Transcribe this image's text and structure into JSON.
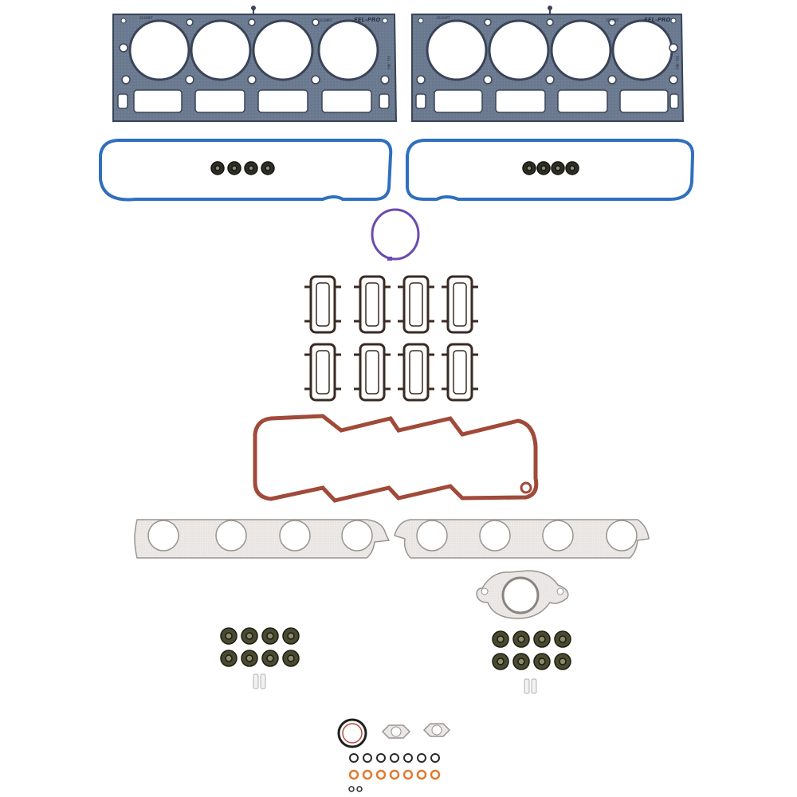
{
  "image": {
    "subject": "Engine cylinder head gasket set components on a white background",
    "background_color": "#ffffff"
  },
  "colors": {
    "head_gasket_fill": "#6b7a90",
    "head_gasket_edge": "#3a4458",
    "valve_cover_gasket": "#2f6fc0",
    "o_ring_purple": "#6a4bb0",
    "intake_gasket": "#3a2a22",
    "valley_cover_gasket": "#a04a3a",
    "exhaust_gasket": "#e9e6e4",
    "valve_stem_seal": "#4a4a30",
    "orange_o_ring": "#e07a30"
  },
  "labels": {
    "brand_mark": "FEL-PRO",
    "left_head_code": "26190PT",
    "right_head_code": "26191PT",
    "side_marking": "FEL-PRO"
  }
}
